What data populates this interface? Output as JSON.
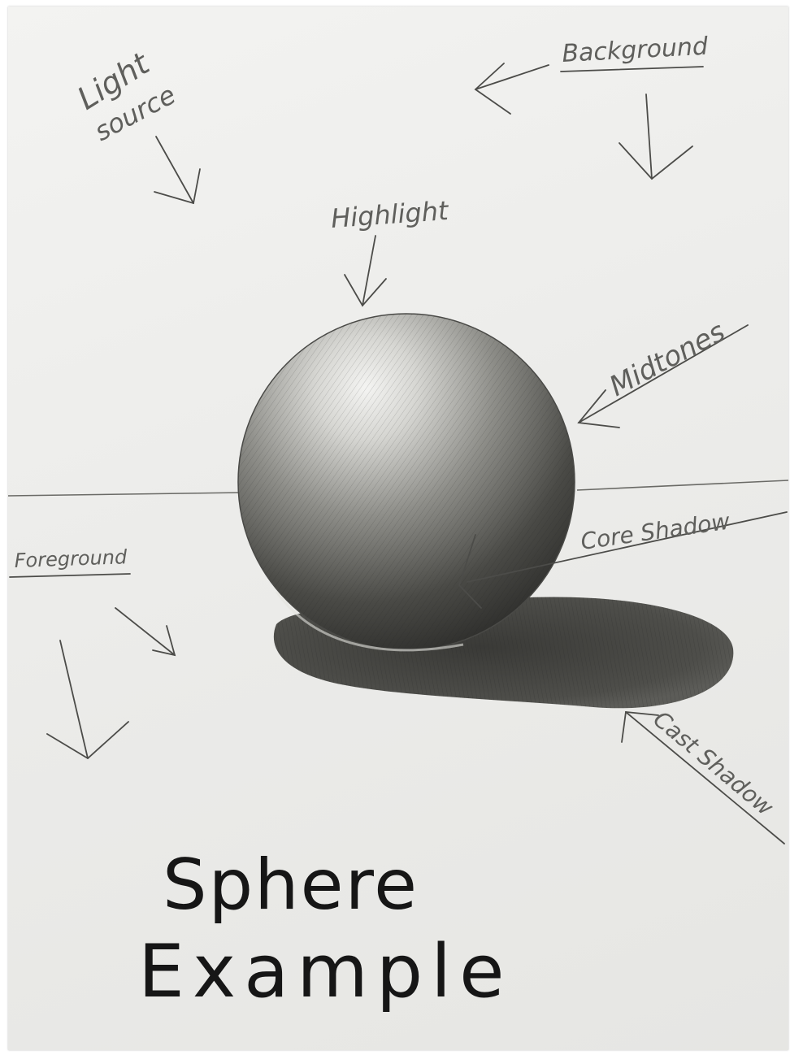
{
  "drawing": {
    "labels": {
      "light_source_line1": "Light",
      "light_source_line2": "source",
      "background": "Background",
      "highlight": "Highlight",
      "midtones": "Midtones",
      "core_shadow": "Core Shadow",
      "foreground": "Foreground",
      "cast_shadow": "Cast Shadow"
    },
    "title": {
      "line1": "Sphere",
      "line2": "Example"
    },
    "colors": {
      "paper": "#ececea",
      "pencil": "#5f5f5c",
      "graphite_dark": "#2c2c2a",
      "ink": "#161616"
    }
  }
}
